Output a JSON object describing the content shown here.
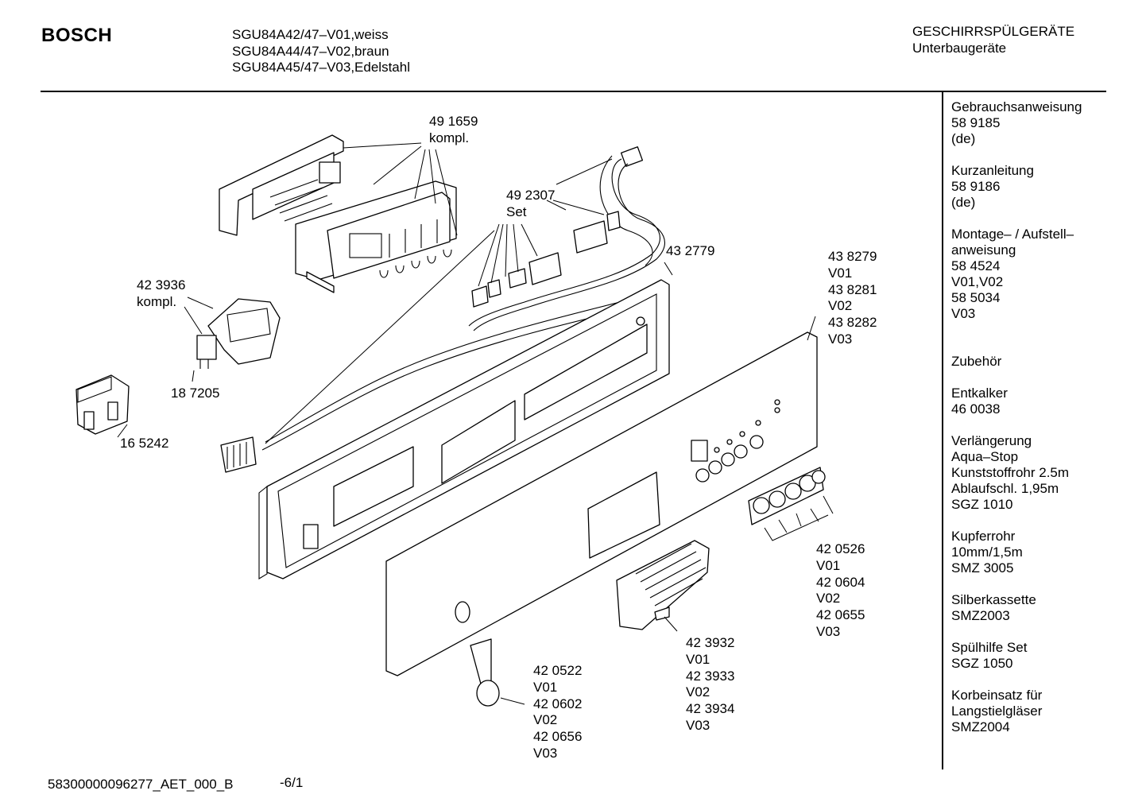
{
  "header": {
    "brand": "BOSCH",
    "models": "SGU84A42/47–V01,weiss\nSGU84A44/47–V02,braun\nSGU84A45/47–V03,Edelstahl",
    "category": "GESCHIRRSPÜLGERÄTE\nUnterbaugeräte"
  },
  "sidebar": {
    "groups": [
      "Gebrauchsanweisung\n58 9185\n(de)",
      "Kurzanleitung\n58 9186\n(de)",
      "Montage– / Aufstell–\nanweisung\n58 4524\nV01,V02\n58 5034\nV03",
      "Zubehör",
      "Entkalker\n46 0038",
      "Verlängerung\nAqua–Stop\nKunststoffrohr 2.5m\nAblaufschl. 1,95m\nSGZ 1010",
      "Kupferrohr\n10mm/1,5m\nSMZ 3005",
      "Silberkassette\nSMZ2003",
      "Spülhilfe Set\nSGZ 1050",
      "Korbeinsatz für\nLangstielgläser\nSMZ2004"
    ]
  },
  "parts": {
    "p491659": "49 1659\nkompl.",
    "p492307": "49 2307\nSet",
    "p432779": "43 2779",
    "p438279": "43 8279\nV01\n43 8281\nV02\n43 8282\nV03",
    "p423936": "42 3936\nkompl.",
    "p187205": "18 7205",
    "p165242": "16 5242",
    "p420526": "42 0526\nV01\n42 0604\nV02\n42 0655\nV03",
    "p423932": "42 3932\nV01\n42 3933\nV02\n42 3934\nV03",
    "p420522": "42 0522\nV01\n42 0602\nV02\n42 0656\nV03"
  },
  "footer": {
    "code": "58300000096277_AET_000_B",
    "page": "-6/1"
  },
  "icons": [
    "bosch-logo",
    "exploded-parts-drawing"
  ]
}
